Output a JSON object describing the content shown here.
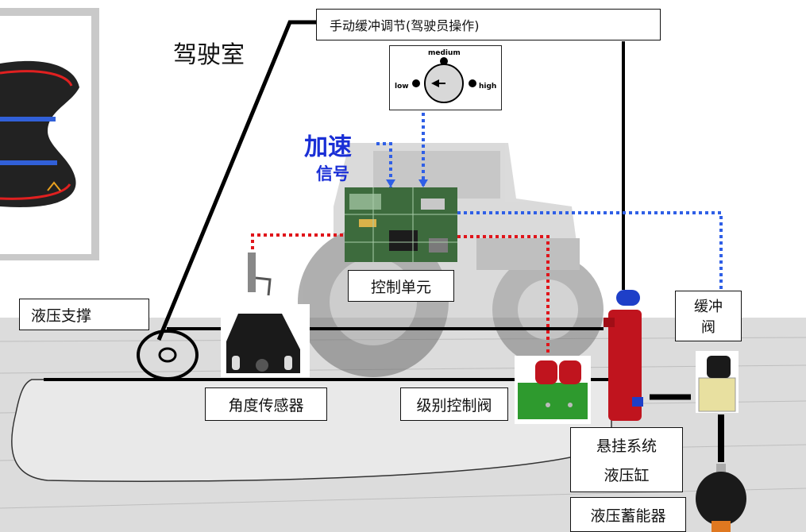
{
  "labels": {
    "cab": "驾驶室",
    "manual_adjust": "手动缓冲调节(驾驶员操作)",
    "accel_line1": "加速",
    "accel_line2": "信号",
    "control_unit": "控制单元",
    "hydraulic_support": "液压支撑",
    "angle_sensor": "角度传感器",
    "level_valve": "级别控制阀",
    "damping_valve_line1": "缓冲",
    "damping_valve_line2": "阀",
    "cylinder_line1": "悬挂系统",
    "cylinder_line2": "液压缸",
    "accumulator": "液压蓄能器"
  },
  "knob": {
    "medium": "medium",
    "low": "low",
    "high": "high"
  },
  "colors": {
    "signal_blue": "#2f5fe6",
    "signal_red": "#e0141a",
    "text_blue": "#1a2fd6",
    "cylinder_red": "#c0141e",
    "valve_green": "#2e9a2e",
    "valve_yellow": "#e8e0a0"
  }
}
